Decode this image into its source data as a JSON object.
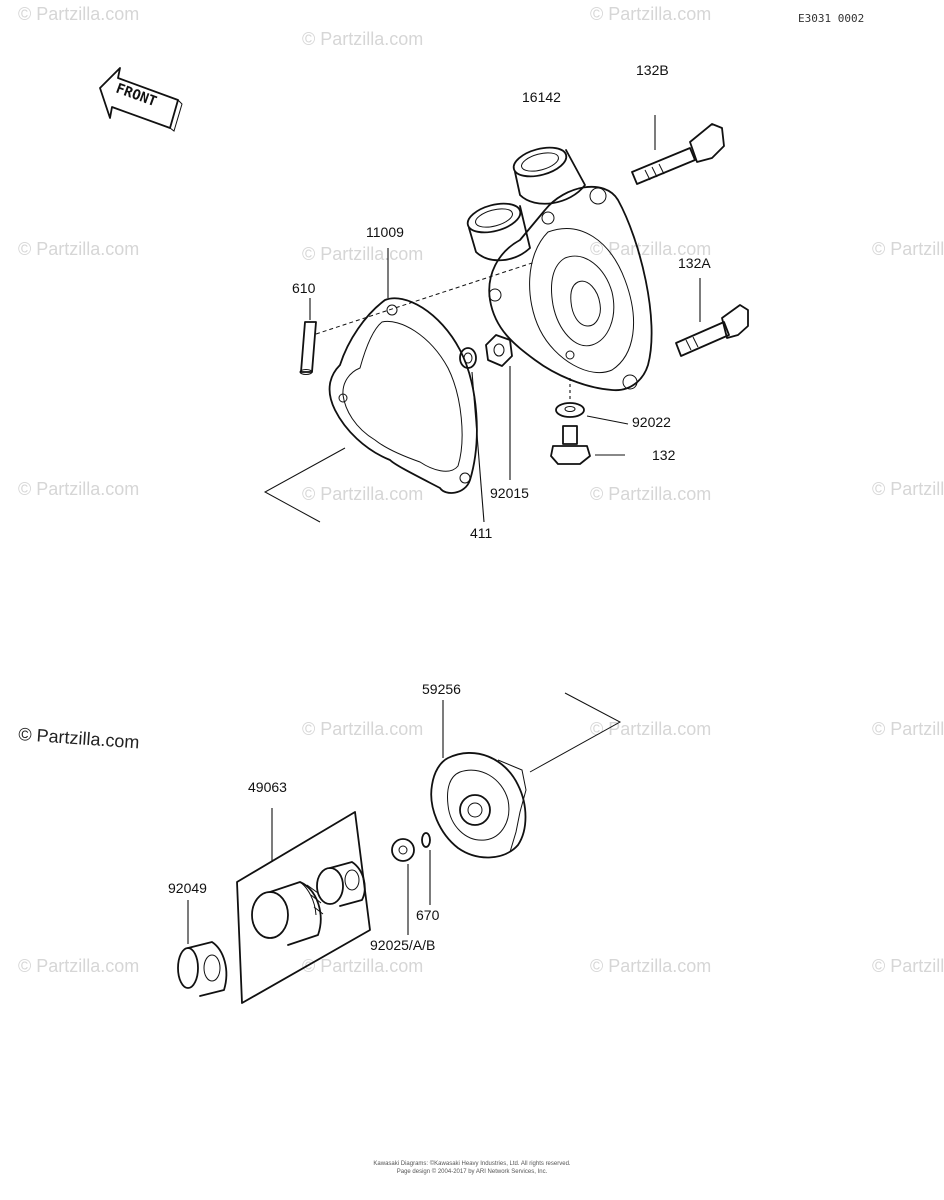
{
  "diagram_code": "E3031 0002",
  "front_label": "FRONT",
  "watermark": "© Partzilla.com",
  "watermark_prominent": "© Partzilla.com",
  "parts": {
    "p16142": "16142",
    "p132B": "132B",
    "p11009": "11009",
    "p132A": "132A",
    "p610": "610",
    "p92022": "92022",
    "p132": "132",
    "p92015": "92015",
    "p411": "411",
    "p59256": "59256",
    "p49063": "49063",
    "p92049": "92049",
    "p670": "670",
    "p92025": "92025/A/B"
  },
  "footer": {
    "line1": "Kawasaki Diagrams: ©Kawasaki Heavy Industries, Ltd. All rights reserved.",
    "line2": "Page design © 2004-2017 by ARI Network Services, Inc."
  }
}
